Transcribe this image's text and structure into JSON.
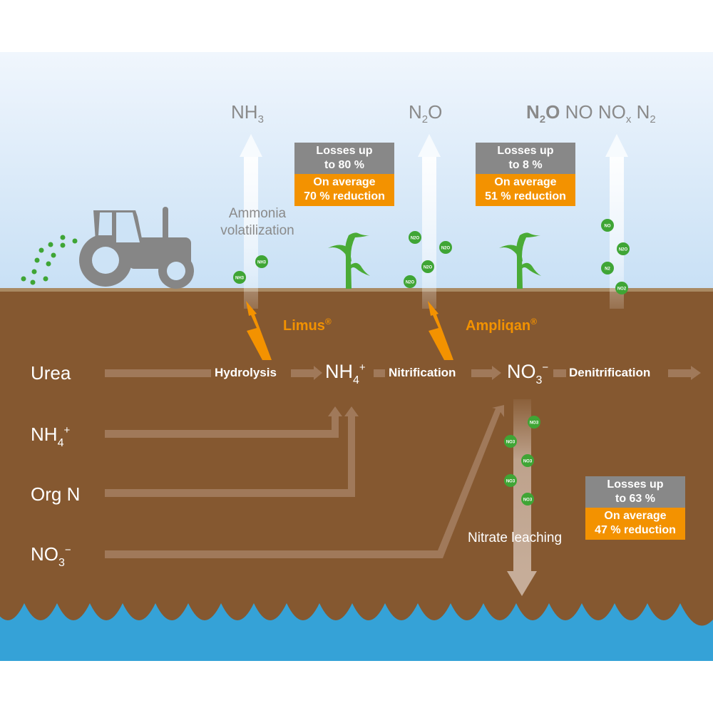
{
  "colors": {
    "sky_top": "#eef5fc",
    "sky_bottom": "#c9e1f5",
    "soil": "#855830",
    "soil_line": "#a98a63",
    "water": "#35a2d7",
    "flow_arrow": "#a0795a",
    "leach_arrow": "#c2a895",
    "gas_arrow": "#f5f9fd",
    "orange": "#f39200",
    "grey": "#888888",
    "green": "#3fa535",
    "plant_green": "#4aab36",
    "tractor": "#868686"
  },
  "gases": {
    "nh3": {
      "base": "NH",
      "sub": "3"
    },
    "n2o": {
      "base": "N",
      "sub": "2",
      "tail": "O"
    },
    "denit": {
      "n2o_base": "N",
      "n2o_sub": "2",
      "n2o_tail": "O",
      "no": "NO",
      "nox_base": "NO",
      "nox_sub": "x",
      "n2_base": "N",
      "n2_sub": "2"
    }
  },
  "boxes": [
    {
      "losses_line1": "Losses up",
      "losses_line2": "to 80 %",
      "avg_line1": "On average",
      "avg_line2": "70 % reduction",
      "losses_pct": 80,
      "reduction_pct": 70
    },
    {
      "losses_line1": "Losses up",
      "losses_line2": "to 8 %",
      "avg_line1": "On average",
      "avg_line2": "51 % reduction",
      "losses_pct": 8,
      "reduction_pct": 51
    },
    {
      "losses_line1": "Losses up",
      "losses_line2": "to 63 %",
      "avg_line1": "On average",
      "avg_line2": "47 % reduction",
      "losses_pct": 63,
      "reduction_pct": 47
    }
  ],
  "labels": {
    "ammonia_line1": "Ammonia",
    "ammonia_line2": "volatilization",
    "limus": "Limus",
    "ampliqan": "Ampliqan",
    "registered": "®",
    "hydrolysis": "Hydrolysis",
    "nitrification": "Nitrification",
    "denitrification": "Denitrification",
    "nitrate_leaching": "Nitrate leaching"
  },
  "chem": {
    "nh4": {
      "base": "NH",
      "sub": "4",
      "sup": "+"
    },
    "no3": {
      "base": "NO",
      "sub": "3",
      "sup": "−"
    }
  },
  "sources": {
    "urea": "Urea",
    "nh4": {
      "base": "NH",
      "sub": "4",
      "sup": "+"
    },
    "orgn": "Org N",
    "no3": {
      "base": "NO",
      "sub": "3",
      "sup": "−"
    }
  },
  "molecules": {
    "nh3": [
      "NH3",
      "NH3"
    ],
    "n2o": [
      "N2O",
      "N2O",
      "N2O",
      "N2O"
    ],
    "denit": [
      "NO",
      "N2O",
      "N2",
      "NO2"
    ],
    "no3": [
      "NO3",
      "NO3",
      "NO3",
      "NO3",
      "NO3"
    ]
  }
}
